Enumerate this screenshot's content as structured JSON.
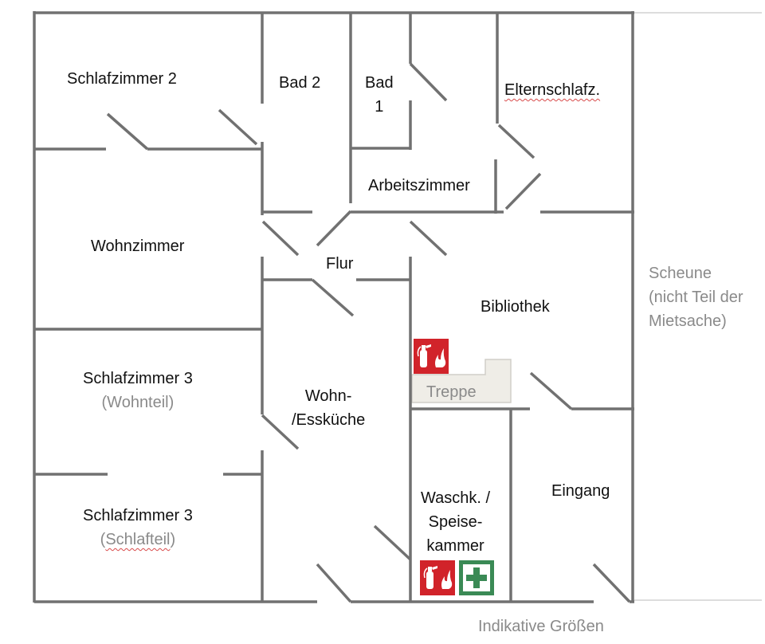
{
  "rooms": {
    "schlafzimmer_2": "Schlafzimmer 2",
    "bad_2": "Bad 2",
    "bad_1_line1": "Bad",
    "bad_1_line2": "1",
    "elternschlafzimmer": "Elternschlafz.",
    "arbeitszimmer": "Arbeitszimmer",
    "wohnzimmer": "Wohnzimmer",
    "flur": "Flur",
    "bibliothek": "Bibliothek",
    "schlafzimmer_3_wohnteil_line1": "Schlafzimmer 3",
    "schlafzimmer_3_wohnteil_line2": "(Wohnteil)",
    "wohnkueche_line1": "Wohn-",
    "wohnkueche_line2": "/Essküche",
    "schlafzimmer_3_schlafteil_line1": "Schlafzimmer 3",
    "schlafzimmer_3_schlafteil_line2_open": "(",
    "schlafzimmer_3_schlafteil_line2_word": "Schlafteil",
    "schlafzimmer_3_schlafteil_line2_close": ")",
    "waschkueche_line1": "Waschk. /",
    "waschkueche_line2": "Speise-",
    "waschkueche_line3": "kammer",
    "eingang": "Eingang",
    "treppe": "Treppe"
  },
  "scheune": {
    "line1": "Scheune",
    "line2": "(nicht Teil der",
    "line3": "Mietsache)"
  },
  "footer_note": "Indikative Größen",
  "signs": [
    {
      "name": "fire-extinguisher-sign",
      "location": "Bibliothek"
    },
    {
      "name": "fire-extinguisher-sign",
      "location": "Waschk. / Speisekammer"
    },
    {
      "name": "first-aid-sign",
      "location": "Waschk. / Speisekammer"
    }
  ],
  "colors": {
    "wall": "#717171",
    "fire_sign": "#d1232a",
    "first_aid_sign": "#3a8a55",
    "stair_fill": "#efede7",
    "annotation_text": "#8a8a8a"
  }
}
